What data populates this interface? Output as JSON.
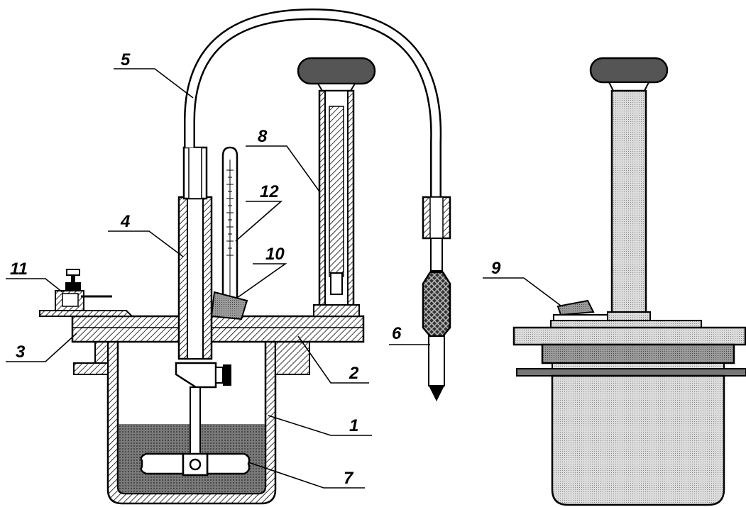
{
  "labels": {
    "1": "1",
    "2": "2",
    "3": "3",
    "4": "4",
    "5": "5",
    "6": "6",
    "7": "7",
    "8": "8",
    "9": "9",
    "10": "10",
    "11": "11",
    "12": "12"
  },
  "colors": {
    "line": "#000000",
    "background": "#ffffff",
    "dark_fill": "#555555",
    "light_fill": "#d0d0d0",
    "medium_fill": "#8a8a8a"
  }
}
